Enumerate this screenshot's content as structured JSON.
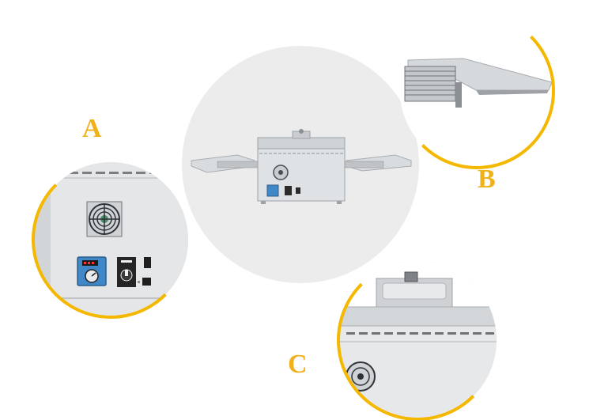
{
  "callouts": {
    "a": "A",
    "b": "B",
    "c": "C"
  },
  "colors": {
    "accent_yellow": "#f0b21a",
    "circle_grey": "#ececec",
    "steel": "#d6d9dc",
    "panel_blue": "#3f87c6"
  },
  "icons": {
    "fan": "fan-icon",
    "gauge": "gauge-icon",
    "switch": "power-switch-icon",
    "dial": "control-dial-icon"
  }
}
